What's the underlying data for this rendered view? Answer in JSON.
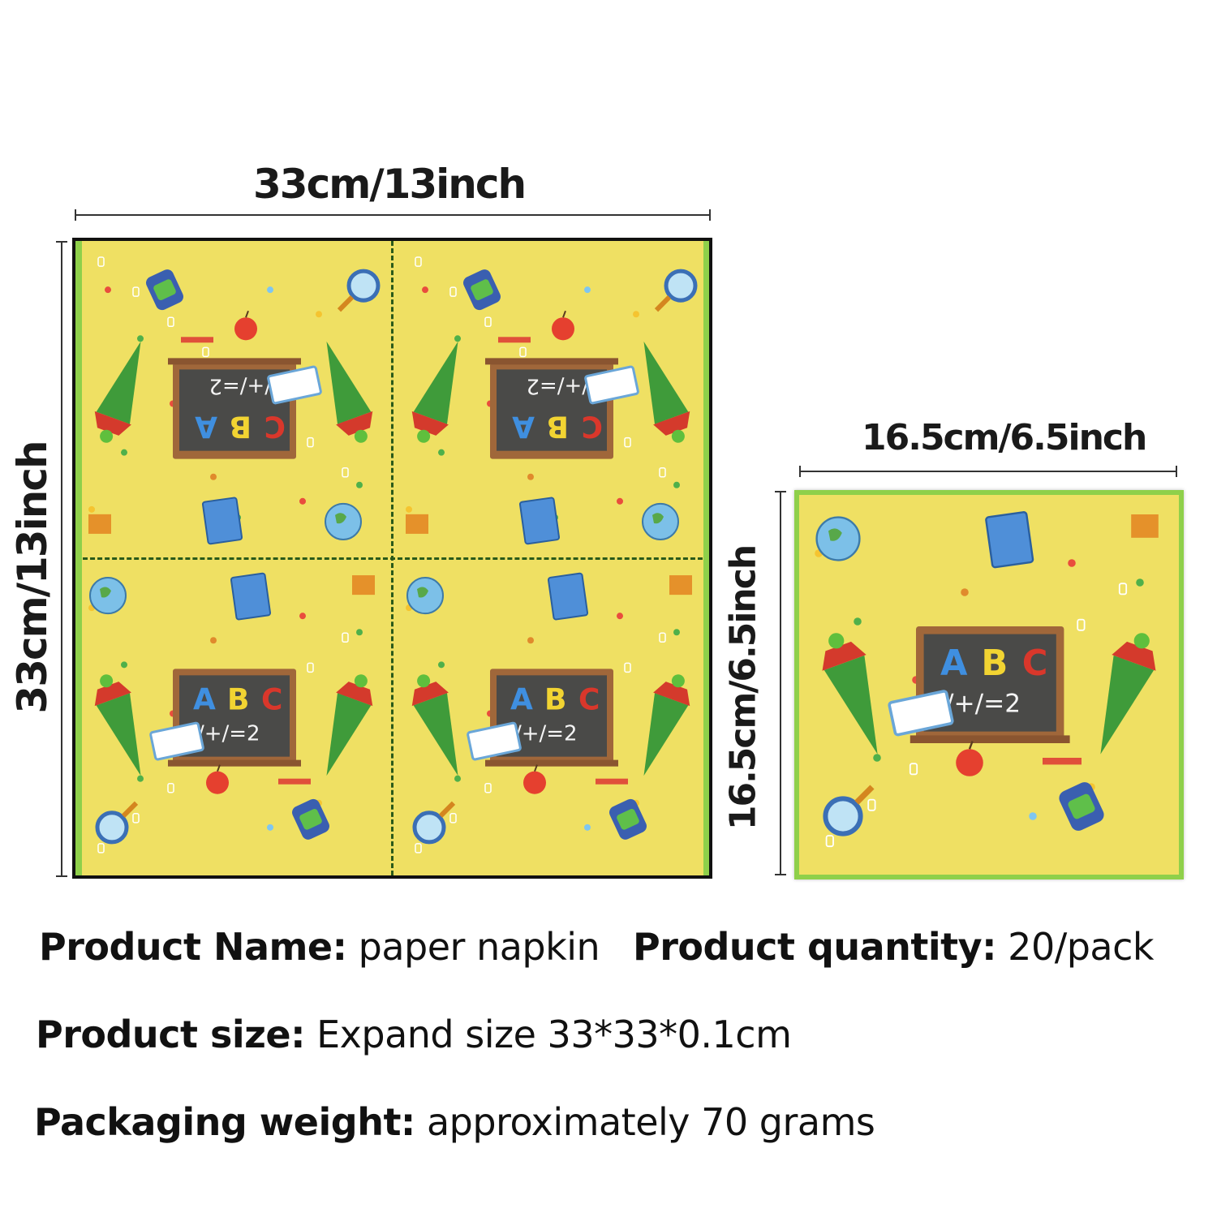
{
  "dimensions": {
    "large_width": "33cm/13inch",
    "large_height": "33cm/13inch",
    "small_width": "16.5cm/6.5inch",
    "small_height": "16.5cm/6.5inch"
  },
  "napkin_art": {
    "letters": [
      "A",
      "B",
      "C"
    ],
    "chalk_equation": "/+/=2"
  },
  "specs": {
    "name_key": "Product Name:",
    "name_value": "paper napkin",
    "quantity_key": "Product quantity:",
    "quantity_value": "20/pack",
    "size_key": "Product size:",
    "size_value": "Expand size 33*33*0.1cm",
    "weight_key": "Packaging weight:",
    "weight_value": "approximately 70 grams"
  },
  "colors": {
    "napkin_yellow": "#efe063",
    "border_green": "#8fd04a",
    "chalkboard": "#4a4a48",
    "frame_wood": "#a0673a",
    "letter_a": "#3f8fe0",
    "letter_b": "#f2d432",
    "letter_c": "#d9372b"
  }
}
